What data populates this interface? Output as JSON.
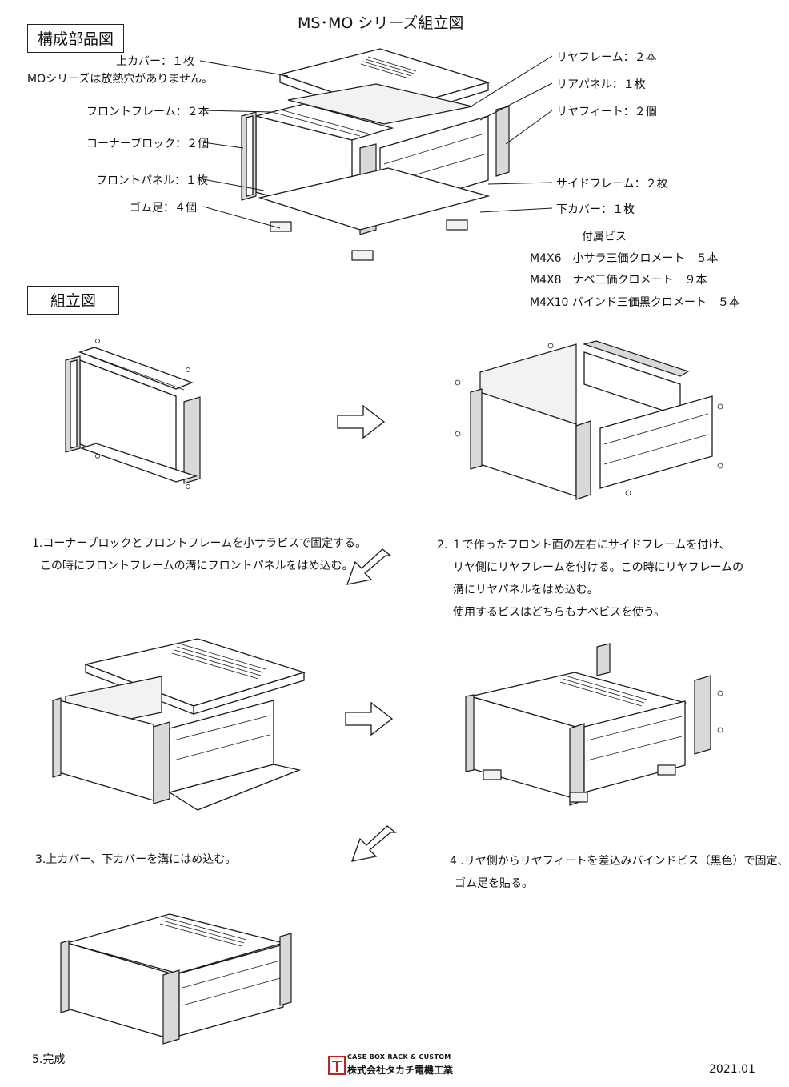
{
  "title": "MS･MO シリーズ組立図",
  "sections": {
    "parts": "構成部品図",
    "assembly": "組立図"
  },
  "parts_left": {
    "top_cover": "上カバー：１枚",
    "top_cover_note": "MOシリーズは放熱穴がありません。",
    "front_frame": "フロントフレーム：２本",
    "corner_block": "コーナーブロック：２個",
    "front_panel": "フロントパネル：１枚",
    "rubber_foot": "ゴム足：４個"
  },
  "parts_right": {
    "rear_frame": "リヤフレーム：２本",
    "rear_panel": "リアパネル：１枚",
    "rear_foot": "リヤフィート：２個",
    "side_frame": "サイドフレーム：２枚",
    "bottom_cover": "下カバー：１枚"
  },
  "screws": {
    "heading": "付属ビス",
    "items": [
      "M4X6　小サラ三価クロメート　５本",
      "M4X8　ナベ三価クロメート　９本",
      "M4X10 バインド三価黒クロメート　５本"
    ]
  },
  "steps": {
    "s1_line1": "1.コーナーブロックとフロントフレームを小サラビスで固定する。",
    "s1_line2": "この時にフロントフレームの溝にフロントパネルをはめ込む。",
    "s2_line1": "2. １で作ったフロント面の左右にサイドフレームを付け、",
    "s2_line2": "リヤ側にリヤフレームを付ける。この時にリヤフレームの",
    "s2_line3": "溝にリヤパネルをはめ込む。",
    "s2_line4": "使用するビスはどちらもナベビスを使う。",
    "s3": "3.上カバー、下カバーを溝にはめ込む。",
    "s4_line1": "4 .リヤ側からリヤフィートを差込みバインドビス（黒色）で固定、",
    "s4_line2": "ゴム足を貼る。",
    "s5": "5.完成"
  },
  "footer": {
    "logo_top": "CASE BOX RACK & CUSTOM",
    "logo_bottom": "株式会社タカチ電機工業",
    "date": "2021.01"
  }
}
